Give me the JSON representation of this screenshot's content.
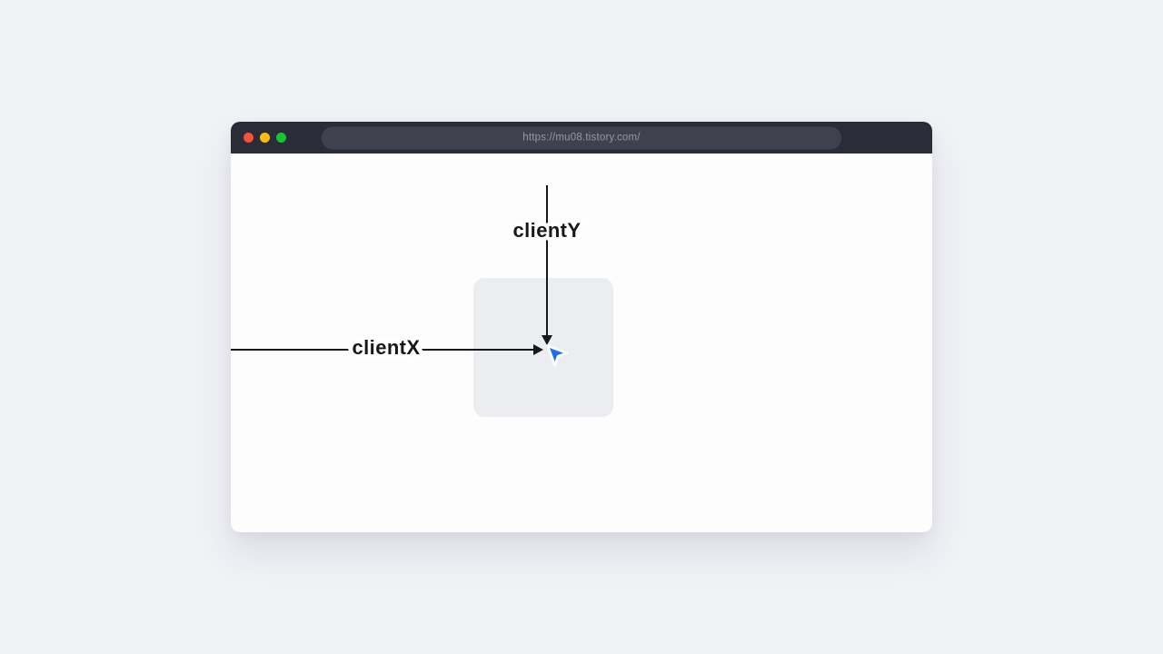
{
  "window": {
    "url": "https://mu08.tistory.com/",
    "traffic_lights": {
      "close_color": "#f6503e",
      "minimize_color": "#fcbd0d",
      "zoom_color": "#17c633"
    },
    "colors": {
      "titlebar": "#2a2d38",
      "url_pill": "#3f424e",
      "content_bg": "#fdfdfd",
      "page_bg": "#f1f2f6"
    }
  },
  "diagram": {
    "client_x_label": "clientX",
    "client_y_label": "clientY",
    "cursor_icon": "mouse-pointer-icon",
    "colors": {
      "line": "#17181c",
      "cursor_fill": "#1e6ef5",
      "cursor_outline": "#ffffff",
      "target_box": "#ebedf1"
    }
  }
}
